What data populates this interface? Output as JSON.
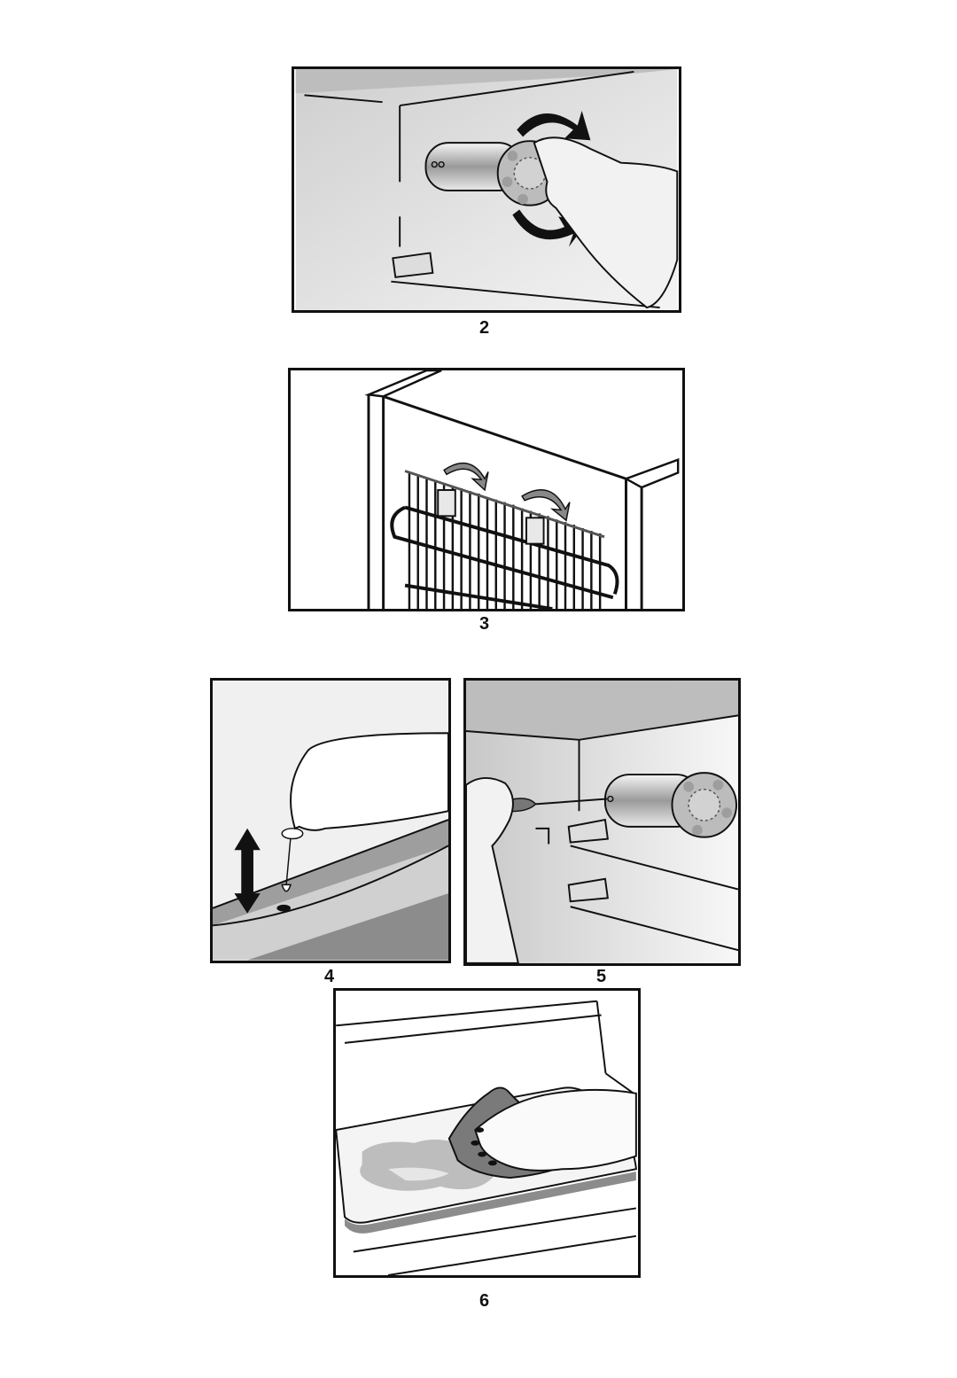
{
  "figures": [
    {
      "number": "2",
      "subject": "drain-plug-knob-rotation"
    },
    {
      "number": "3",
      "subject": "condenser-mounting-clips"
    },
    {
      "number": "4",
      "subject": "drain-hole-cleaning"
    },
    {
      "number": "5",
      "subject": "lamp-housing-screw"
    },
    {
      "number": "6",
      "subject": "wiping-water-with-cloth"
    }
  ],
  "colors": {
    "line": "#111111",
    "panel_grey": "#d9d9d9",
    "shade_dark": "#8c8c8c"
  }
}
